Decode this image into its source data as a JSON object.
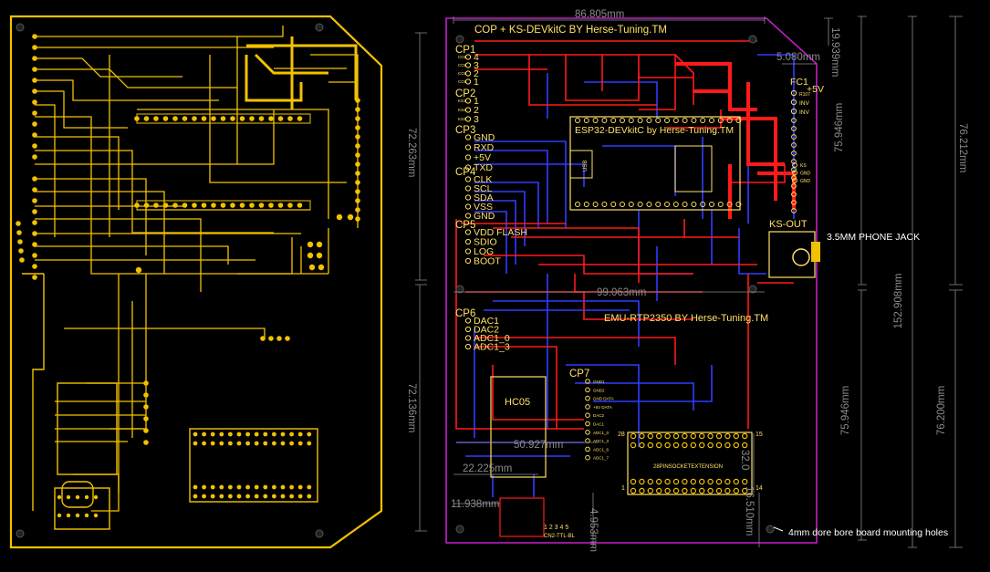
{
  "board": {
    "title": "COP + KS-DEVkitC BY Herse-Tuning.TM",
    "esp32_label": "ESP32-DEVkitC by Herse-Tuning.TM",
    "emu_label": "EMU-RTP2350 BY Herse-Tuning.TM",
    "hc05_label": "HC05",
    "ks_out_label": "KS-OUT",
    "fc1_label": "FC1",
    "plus5v_label": "+5V",
    "socket_label": "28PINSOCKETEXTENSION",
    "cn2_label": "CN2-TTL-BL",
    "cn2_pins": "1 2 3 4 5",
    "usb_label": "USB",
    "pin28": "28",
    "pin15": "15",
    "pin1": "1",
    "pin14": "14"
  },
  "headers": [
    {
      "name": "CP1",
      "pins": [
        "4",
        "3",
        "2",
        "1"
      ],
      "sub": [
        "COL",
        "COL",
        "COL",
        "COL"
      ]
    },
    {
      "name": "CP2",
      "pins": [
        "1",
        "2",
        "3"
      ],
      "sub": [
        "KS1",
        "KS2",
        "KS3"
      ]
    },
    {
      "name": "CP3",
      "pins": [
        "GND",
        "RXD",
        "+5V",
        "TXD"
      ]
    },
    {
      "name": "CP4",
      "pins": [
        "CLK",
        "SCL",
        "SDA",
        "VSS",
        "GND"
      ]
    },
    {
      "name": "CP5",
      "pins": [
        "VDD FLASH",
        "SDIO",
        "LOG",
        "BOOT"
      ]
    },
    {
      "name": "CP6",
      "pins": [
        "DAC1",
        "DAC2",
        "ADC1_0",
        "ADC1_3"
      ]
    }
  ],
  "cp7": {
    "name": "CP7",
    "pins": [
      "GND1",
      "GND2",
      "GND DATA",
      "+5V DATA",
      "DAC2",
      "DAC1",
      "ADC1_0",
      "ADC1_3",
      "ADC1_6",
      "ADC1_7"
    ]
  },
  "right_pins": [
    "R107",
    "INV",
    "INV"
  ],
  "ks_pins": [
    "KS",
    "GND",
    "GND"
  ],
  "dimensions": {
    "width_top": "86.805mm",
    "d_5080": "5.080mm",
    "d_19939": "19.939mm",
    "d_72263": "72.263mm",
    "d_75946_top": "75.946mm",
    "d_76212": "76.212mm",
    "d_152908": "152.908mm",
    "d_99063": "99.063mm",
    "d_72136": "72.136mm",
    "d_75946_bottom": "75.946mm",
    "d_76200": "76.200mm",
    "d_50927": "50.927mm",
    "d_22225": "22.225mm",
    "d_11938": "11.938mm",
    "d_32": "32.0",
    "d_16510": "16.510mm",
    "d_4953": "4.953mm"
  },
  "annotations": {
    "phone_jack": "3.5MM PHONE JACK",
    "mounting": "4mm dore bore board mounting holes"
  },
  "colors": {
    "background": "#000000",
    "copper_yellow": "#f2c200",
    "top_layer_red": "#ff1a1a",
    "bottom_layer_blue": "#2f3cff",
    "outline_magenta": "#c21fc9",
    "silk_yellow": "#ffe066",
    "dimension_gray": "#8a8a8a"
  }
}
